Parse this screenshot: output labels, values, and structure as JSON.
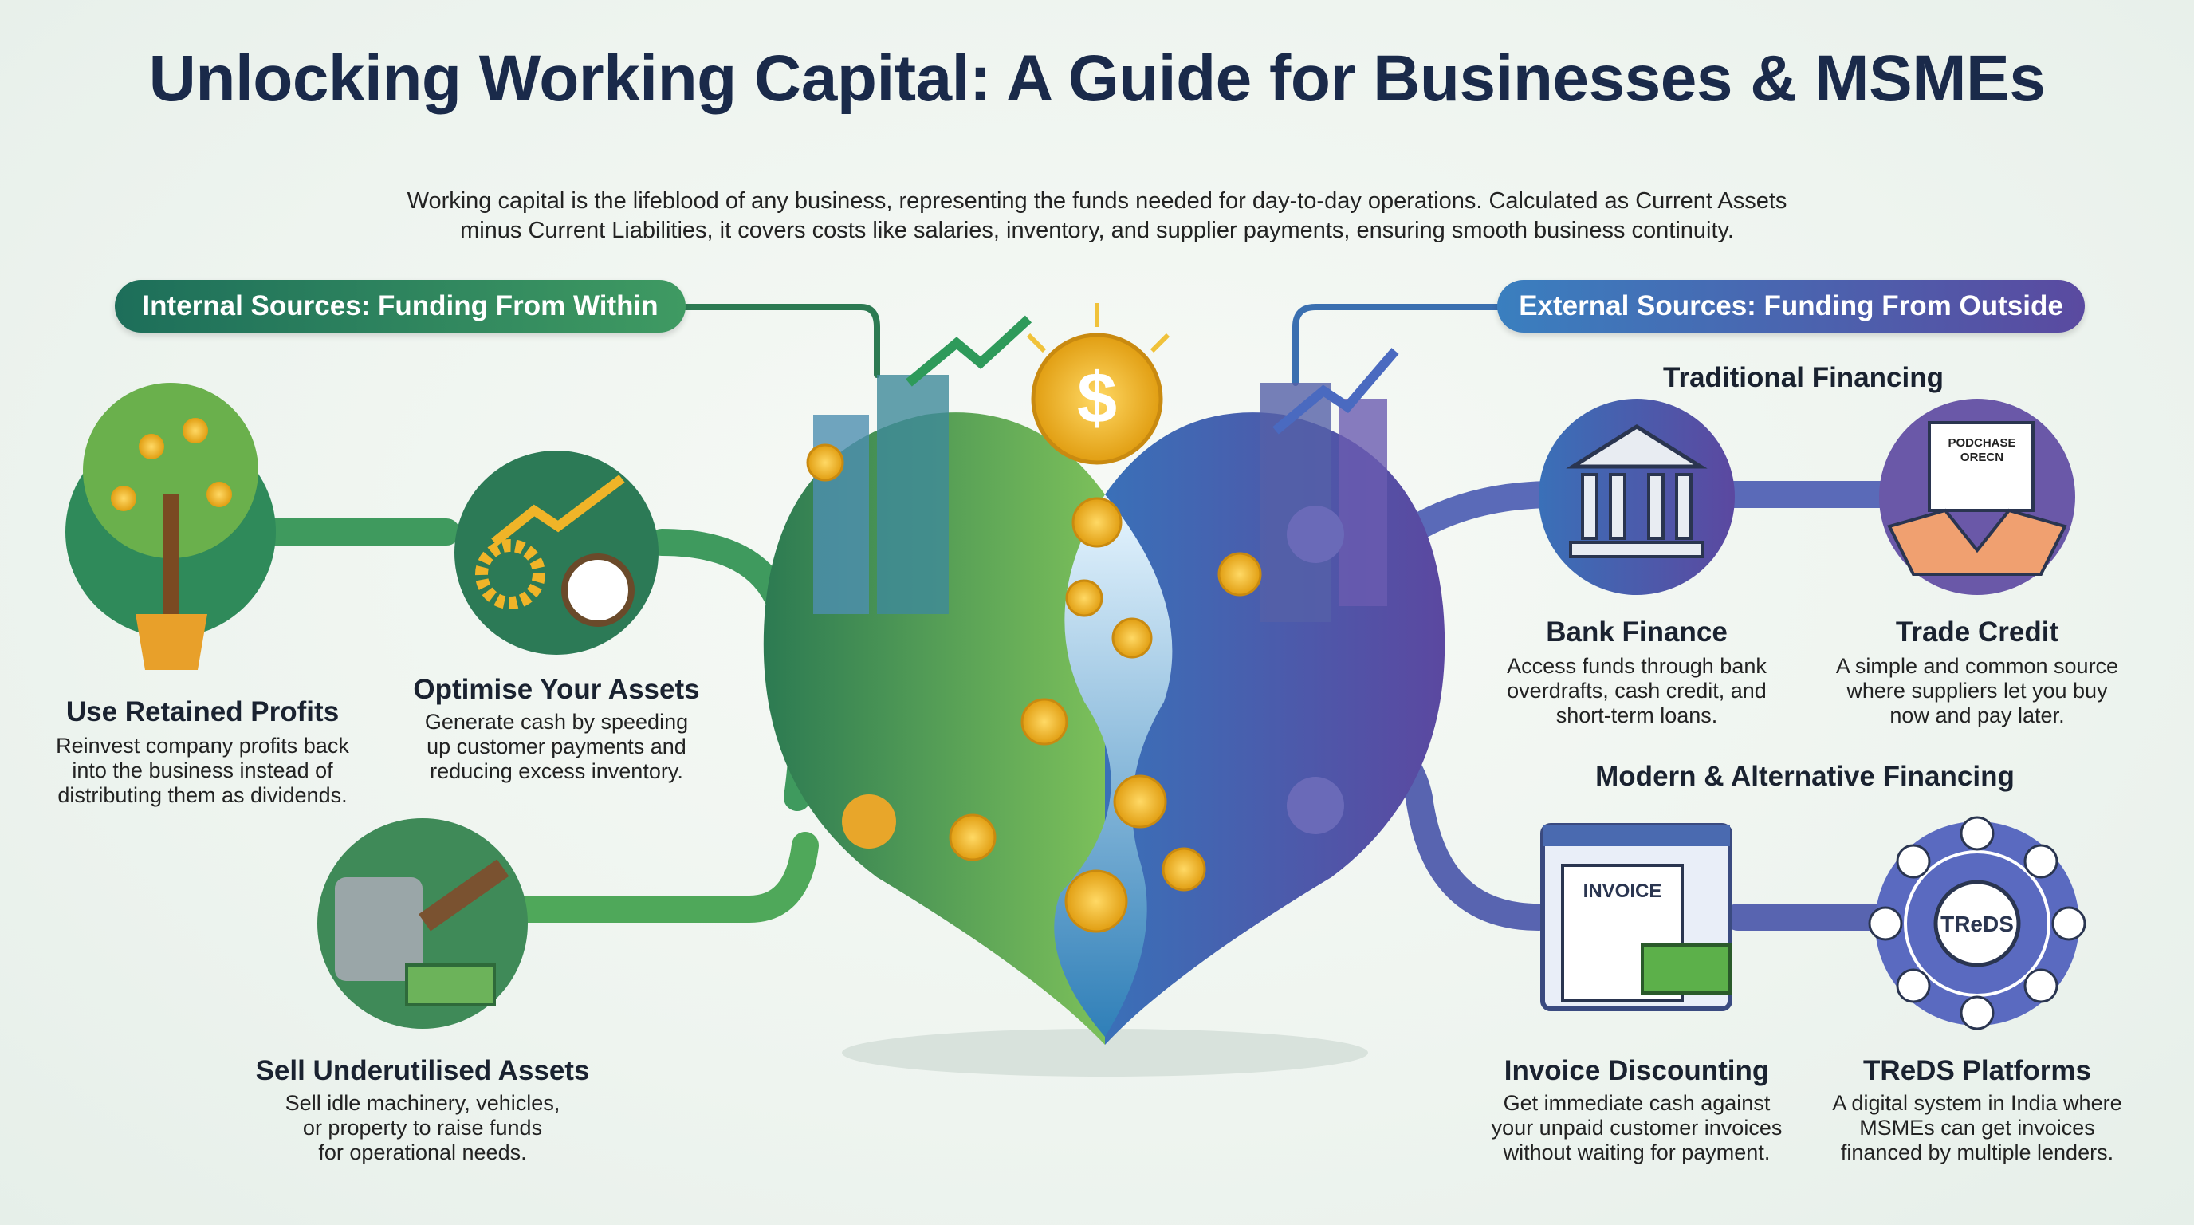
{
  "title": "Unlocking Working Capital: A Guide for Businesses & MSMEs",
  "intro": [
    "Working capital is the lifeblood of any business, representing the funds needed for day-to-day operations. Calculated as Current Assets",
    "minus Current Liabilities, it covers costs like salaries, inventory, and supplier payments, ensuring smooth business continuity."
  ],
  "internal": {
    "label": "Internal Sources: Funding From Within",
    "items": [
      {
        "title": "Use Retained Profits",
        "icon": "money-tree-icon",
        "desc": [
          "Reinvest company profits back",
          "into the business instead of",
          "distributing them as dividends."
        ]
      },
      {
        "title": "Optimise Your Assets",
        "icon": "gear-clock-icon",
        "desc": [
          "Generate cash by speeding",
          "up customer payments and",
          "reducing excess inventory."
        ]
      },
      {
        "title": "Sell Underutilised Assets",
        "icon": "machinery-cash-icon",
        "desc": [
          "Sell idle machinery, vehicles,",
          "or property to raise funds",
          "for operational needs."
        ]
      }
    ]
  },
  "external": {
    "label": "External Sources: Funding From Outside",
    "traditional": {
      "heading": "Traditional Financing",
      "items": [
        {
          "title": "Bank Finance",
          "icon": "bank-icon",
          "desc": [
            "Access funds through bank",
            "overdrafts, cash credit, and",
            "short-term loans."
          ]
        },
        {
          "title": "Trade Credit",
          "icon": "handshake-icon",
          "icon_text": [
            "PODCHASE",
            "ORECN"
          ],
          "desc": [
            "A simple and common source",
            "where suppliers let you buy",
            "now and pay later."
          ]
        }
      ]
    },
    "modern": {
      "heading": "Modern & Alternative Financing",
      "items": [
        {
          "title": "Invoice Discounting",
          "icon": "invoice-icon",
          "icon_text": "INVOICE",
          "desc": [
            "Get immediate cash against",
            "your unpaid customer invoices",
            "without waiting for payment."
          ]
        },
        {
          "title": "TReDS Platforms",
          "icon": "network-icon",
          "icon_text": "TReDS",
          "desc": [
            "A digital system in India where",
            "MSMEs can get invoices",
            "financed by multiple lenders."
          ]
        }
      ]
    }
  },
  "colors": {
    "internal": "#2f8a5e",
    "external": "#4a5fb0",
    "title": "#1a2a4a",
    "coin": "#f2b824"
  }
}
